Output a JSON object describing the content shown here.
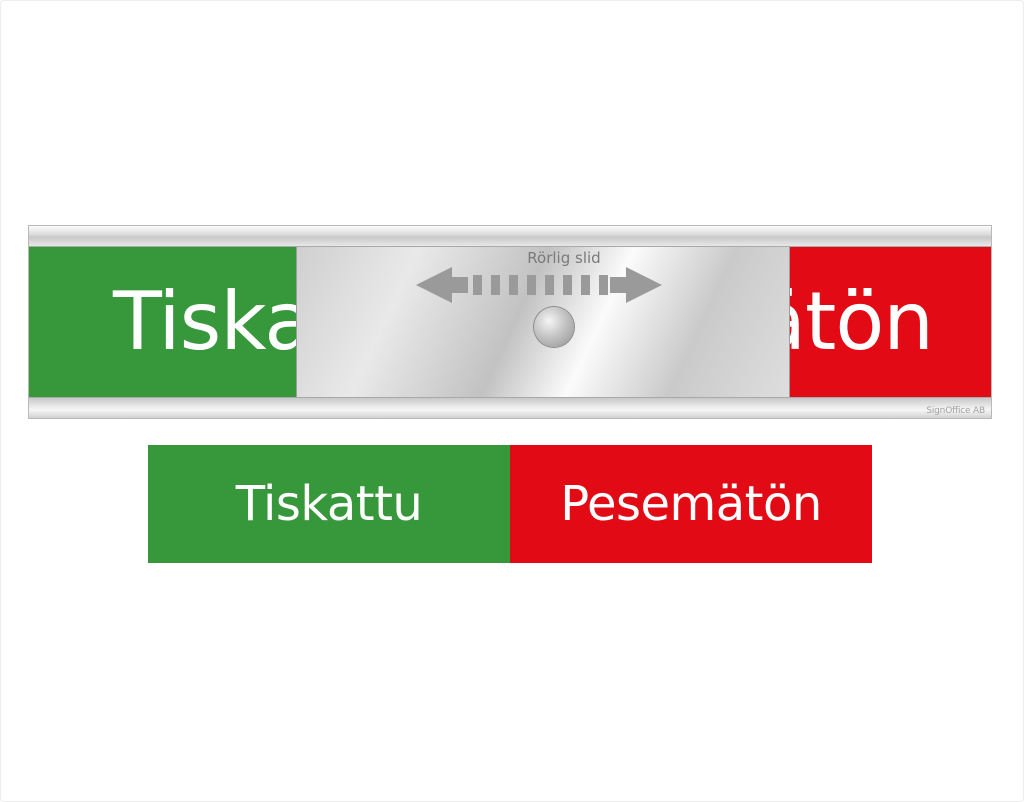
{
  "sign": {
    "left_label": "Tiskattu",
    "right_label": "Pesemätön",
    "slide_label": "Rörlig slid",
    "slide_icon": "double-arrow-icon",
    "knob_icon": "knob-icon",
    "brand": "SignOffice AB"
  },
  "legend": {
    "left_label": "Tiskattu",
    "right_label": "Pesemätön"
  },
  "colors": {
    "green": "#36983a",
    "red": "#e20a14",
    "silver": "#d6d6d6",
    "arrow": "#9a9a9a"
  }
}
